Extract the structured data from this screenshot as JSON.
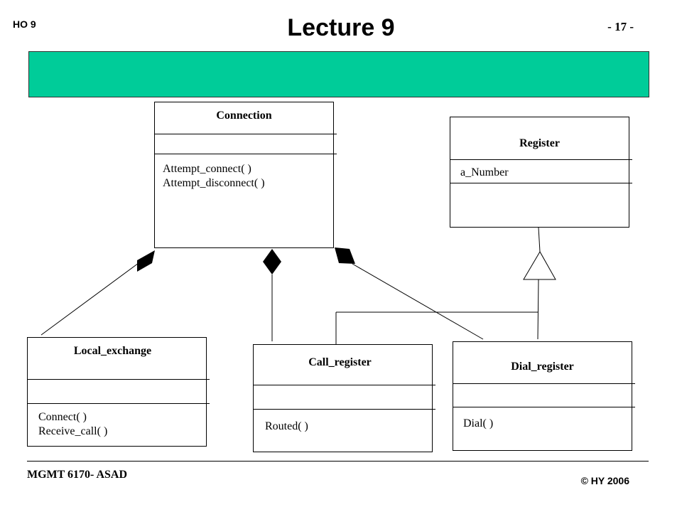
{
  "header": {
    "left": "HO 9",
    "title": "Lecture 9",
    "page": "- 17 -"
  },
  "banner": {
    "color": "#00CC99"
  },
  "classes": {
    "connection": {
      "name": "Connection",
      "methods": [
        "Attempt_connect( )",
        "Attempt_disconnect( )"
      ]
    },
    "register": {
      "name": "Register",
      "attributes": [
        "a_Number"
      ]
    },
    "local_exchange": {
      "name": "Local_exchange",
      "methods": [
        "Connect( )",
        "Receive_call( )"
      ]
    },
    "call_register": {
      "name": "Call_register",
      "methods": [
        "Routed( )"
      ]
    },
    "dial_register": {
      "name": "Dial_register",
      "methods": [
        "Dial( )"
      ]
    }
  },
  "footer": {
    "course": "MGMT 6170- ASAD",
    "copyright": "© HY 2006"
  }
}
